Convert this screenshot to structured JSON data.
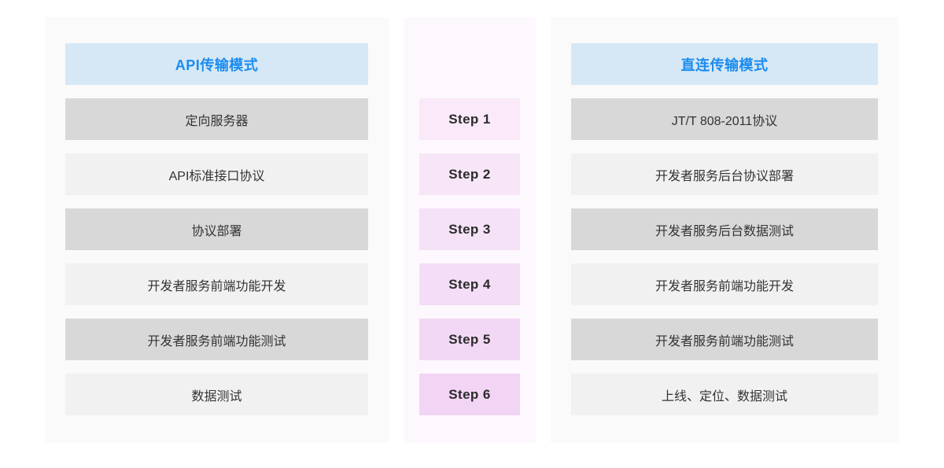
{
  "diagram": {
    "type": "three-column-process-comparison",
    "columns": {
      "left": {
        "header": "API传输模式",
        "header_bg": "#d6e8f5",
        "header_color": "#1b8cf0",
        "rows": [
          {
            "label": "定向服务器",
            "bg": "#d8d8d8"
          },
          {
            "label": "API标准接口协议",
            "bg": "#f1f1f1"
          },
          {
            "label": "协议部署",
            "bg": "#d8d8d8"
          },
          {
            "label": "开发者服务前端功能开发",
            "bg": "#f1f1f1"
          },
          {
            "label": "开发者服务前端功能测试",
            "bg": "#d8d8d8"
          },
          {
            "label": "数据测试",
            "bg": "#f1f1f1"
          }
        ]
      },
      "middle": {
        "steps": [
          {
            "label": "Step 1",
            "bg": "#f9e9f9"
          },
          {
            "label": "Step 2",
            "bg": "#f7e6f8"
          },
          {
            "label": "Step 3",
            "bg": "#f5e2f7"
          },
          {
            "label": "Step 4",
            "bg": "#f4ddf6"
          },
          {
            "label": "Step 5",
            "bg": "#f2d8f5"
          },
          {
            "label": "Step 6",
            "bg": "#f2d4f5"
          }
        ]
      },
      "right": {
        "header": "直连传输模式",
        "header_bg": "#d6e8f5",
        "header_color": "#1b8cf0",
        "rows": [
          {
            "label": "JT/T 808-2011协议",
            "bg": "#d8d8d8"
          },
          {
            "label": "开发者服务后台协议部署",
            "bg": "#f1f1f1"
          },
          {
            "label": "开发者服务后台数据测试",
            "bg": "#d8d8d8"
          },
          {
            "label": "开发者服务前端功能开发",
            "bg": "#f1f1f1"
          },
          {
            "label": "开发者服务前端功能测试",
            "bg": "#d8d8d8"
          },
          {
            "label": "上线、定位、数据测试",
            "bg": "#f1f1f1"
          }
        ]
      }
    }
  }
}
